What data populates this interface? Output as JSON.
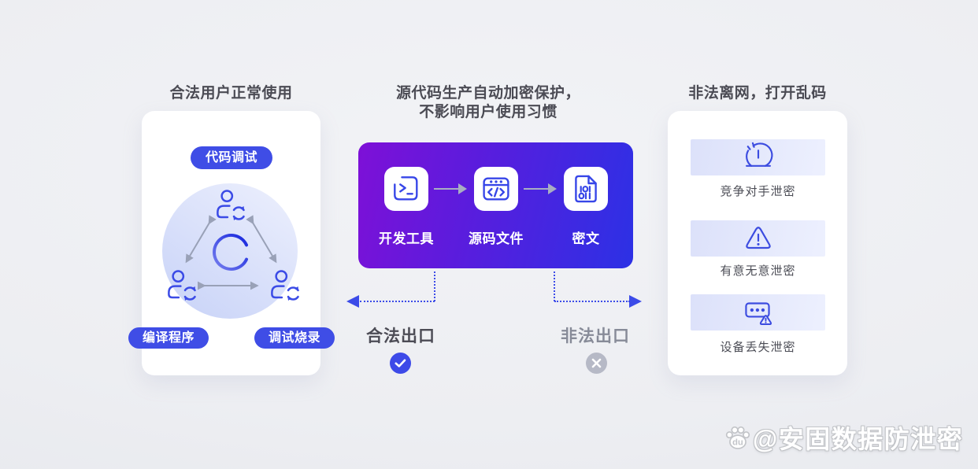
{
  "left": {
    "heading": "合法用户正常使用",
    "top_badge": "代码调试",
    "bottom_badge_left": "编译程序",
    "bottom_badge_right": "调试烧录"
  },
  "center": {
    "heading_line1": "源代码生产自动加密保护，",
    "heading_line2": "不影响用户使用习惯",
    "steps": [
      {
        "label": "开发工具",
        "icon": "terminal-icon"
      },
      {
        "label": "源码文件",
        "icon": "source-file-icon"
      },
      {
        "label": "密文",
        "icon": "cipher-file-icon"
      }
    ],
    "cipher_icon_lines": [
      "101",
      "011"
    ],
    "box_gradient": [
      "#7e10d7",
      "#2c31e5"
    ]
  },
  "exits": {
    "legal_label": "合法出口",
    "illegal_label": "非法出口",
    "legal_color": "#3d4ae8",
    "illegal_color": "#b6b9c6"
  },
  "right": {
    "heading": "非法离网，打开乱码",
    "items": [
      {
        "label": "竞争对手泄密",
        "icon": "alarm-icon"
      },
      {
        "label": "有意无意泄密",
        "icon": "warning-triangle-icon"
      },
      {
        "label": "设备丢失泄密",
        "icon": "device-lost-icon"
      }
    ]
  },
  "watermark": {
    "text": "@安固数据防泄密",
    "icon": "baidu-paw-icon",
    "icon_text": "du"
  }
}
